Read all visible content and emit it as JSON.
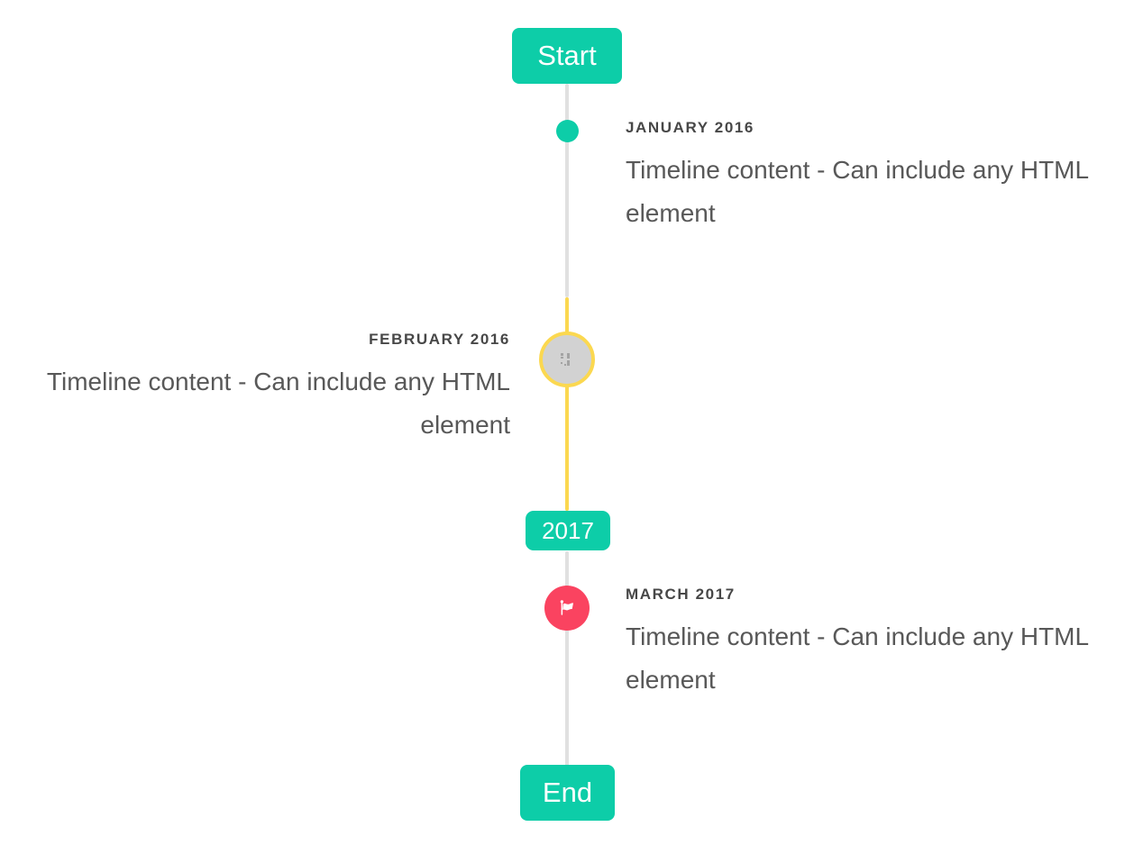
{
  "page": {
    "background": "#ffffff",
    "component": "vertical-timeline"
  },
  "colors": {
    "badge_teal": "#0dcda8",
    "dot_teal": "#0dcda8",
    "line_gray": "#e0e0e0",
    "line_yellow": "#fbd850",
    "avatar_border_yellow": "#fbd850",
    "avatar_fill_gray": "#d2d2d2",
    "broken_image_glyph": "#a3a3a3",
    "flag_circle_red": "#fa4360",
    "flag_glyph": "#ffffff",
    "title_text": "#474747",
    "content_text": "#585858",
    "badge_text": "#ffffff"
  },
  "timeline": {
    "start_label": "Start",
    "mid_label": "2017",
    "end_label": "End",
    "items": [
      {
        "title": "JANUARY 2016",
        "content": "Timeline content - Can include any HTML element",
        "side": "right",
        "marker": "teal-dot",
        "line_color": "#e0e0e0"
      },
      {
        "title": "FEBRUARY 2016",
        "content": "Timeline content - Can include any HTML element",
        "side": "left",
        "marker": "broken-image-avatar",
        "line_color": "#fbd850"
      },
      {
        "title": "MARCH 2017",
        "content": "Timeline content - Can include any HTML element",
        "side": "right",
        "marker": "red-flag-circle",
        "line_color": "#e0e0e0"
      }
    ]
  }
}
